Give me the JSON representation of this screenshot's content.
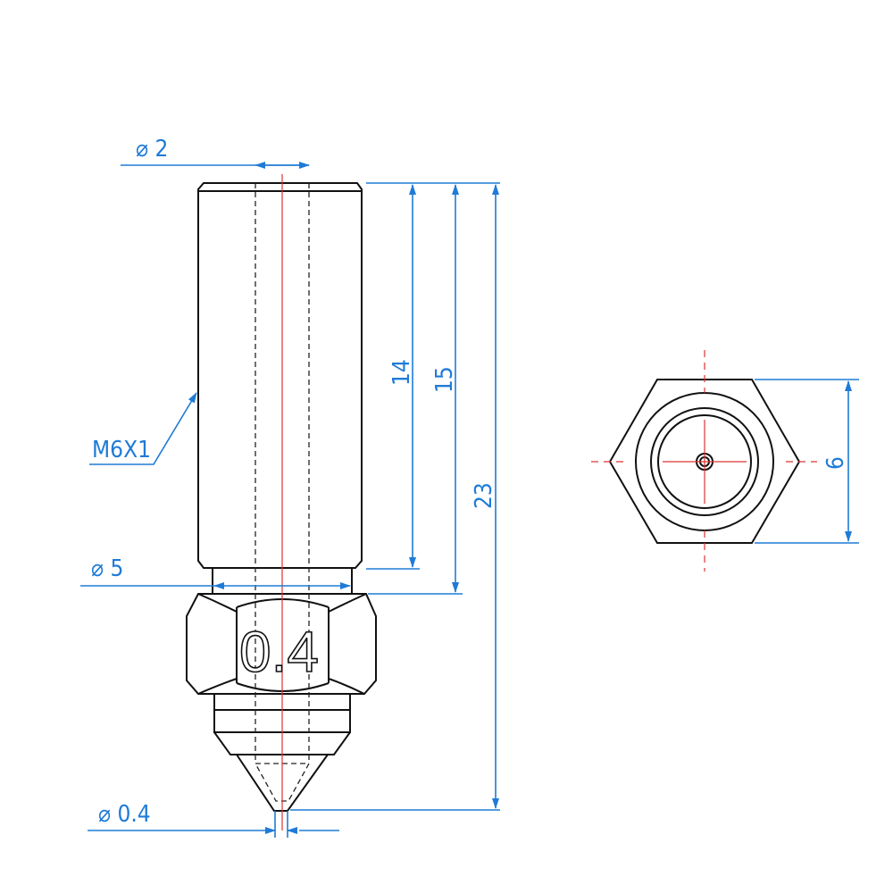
{
  "drawing": {
    "part": "nozzle",
    "colors": {
      "outline": "#111111",
      "dimension": "#1f7bd6",
      "centerline": "#dd3333"
    },
    "dimensions": {
      "bore_diameter": "⌀ 2",
      "thread_length": "14",
      "shaft_length": "15",
      "total_length": "23",
      "collar_diameter": "⌀ 5",
      "tip_diameter": "⌀ 0.4",
      "hex_size": "6"
    },
    "thread_label": "M6X1",
    "engraving": "0.4"
  }
}
